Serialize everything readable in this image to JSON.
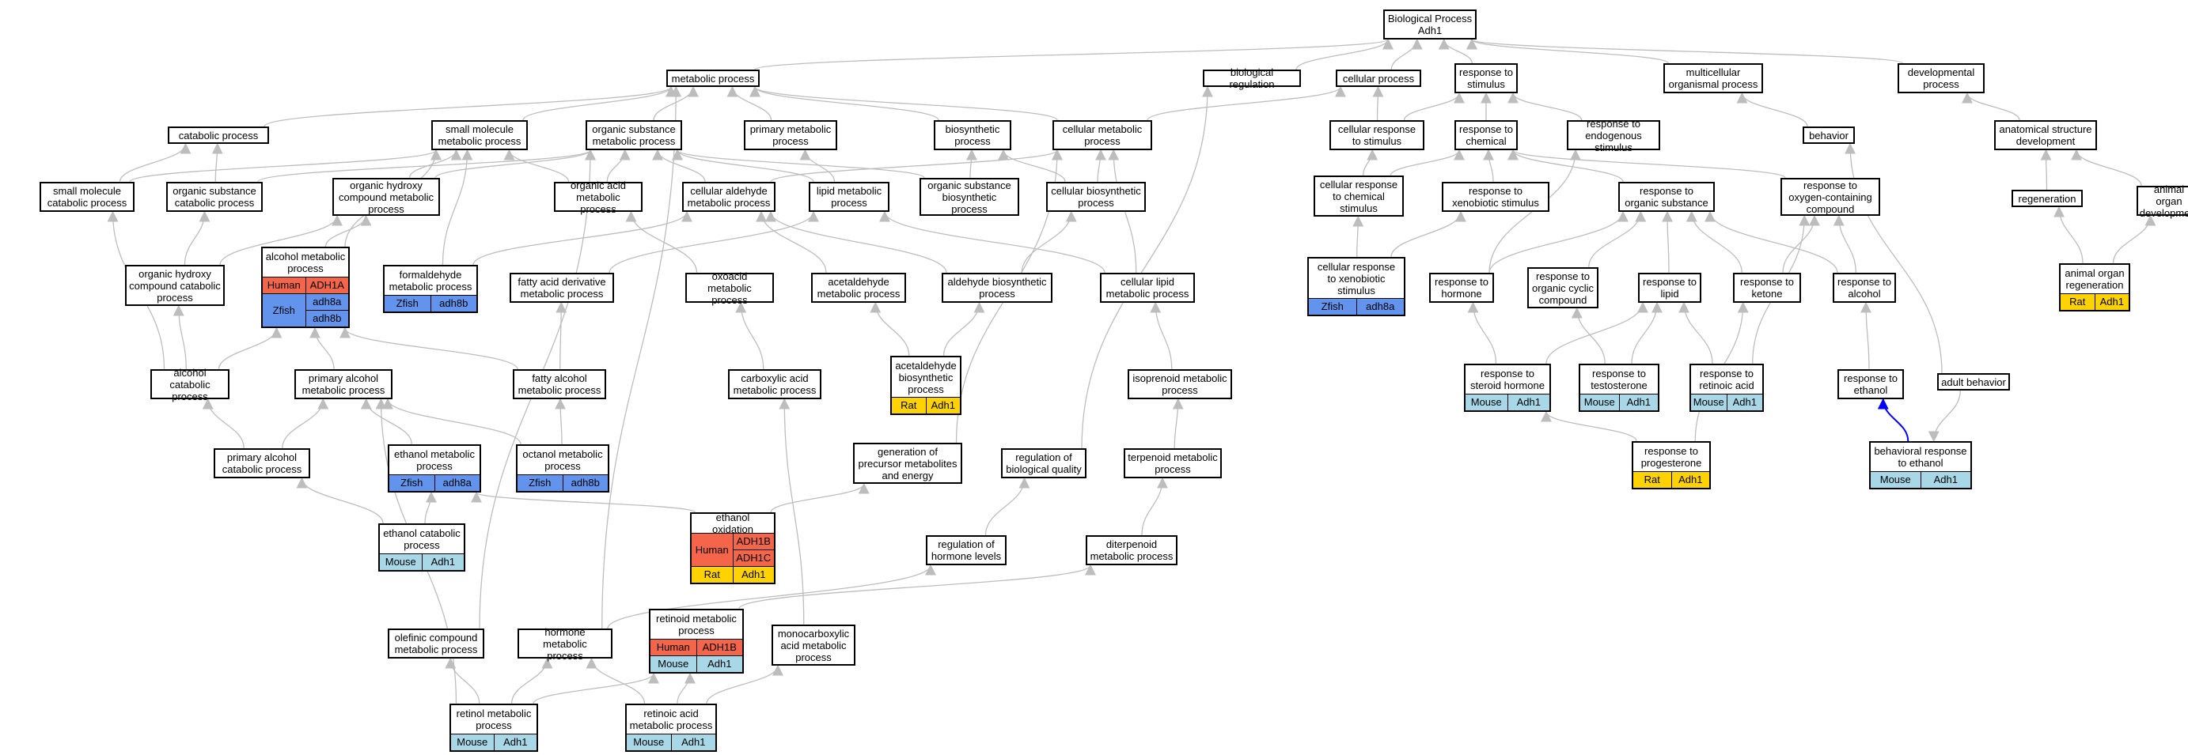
{
  "colors": {
    "Human": "#f56549",
    "Mouse": "#a8d8e8",
    "Rat": "#ffd200",
    "Zfish": "#6394ed",
    "edge": "#bdbdbd",
    "highlight_edge": "#0000ff"
  },
  "nodes": [
    {
      "id": "bp",
      "label": "Biological Process\nAdh1"
    },
    {
      "id": "mp",
      "label": "metabolic process"
    },
    {
      "id": "breg",
      "label": "biological regulation"
    },
    {
      "id": "cp",
      "label": "cellular process"
    },
    {
      "id": "rstim",
      "label": "response to\nstimulus"
    },
    {
      "id": "mop",
      "label": "multicellular\norganismal process"
    },
    {
      "id": "dev",
      "label": "developmental\nprocess"
    },
    {
      "id": "cat",
      "label": "catabolic process"
    },
    {
      "id": "smmp",
      "label": "small molecule\nmetabolic process"
    },
    {
      "id": "osmp",
      "label": "organic substance\nmetabolic process"
    },
    {
      "id": "pmp",
      "label": "primary metabolic\nprocess"
    },
    {
      "id": "bio",
      "label": "biosynthetic\nprocess"
    },
    {
      "id": "cmp",
      "label": "cellular metabolic\nprocess"
    },
    {
      "id": "crs",
      "label": "cellular response\nto stimulus"
    },
    {
      "id": "rchem",
      "label": "response to\nchemical"
    },
    {
      "id": "rendo",
      "label": "response to\nendogenous stimulus"
    },
    {
      "id": "behav",
      "label": "behavior"
    },
    {
      "id": "asd",
      "label": "anatomical structure\ndevelopment"
    },
    {
      "id": "smcat",
      "label": "small molecule\ncatabolic process"
    },
    {
      "id": "oscat",
      "label": "organic substance\ncatabolic process"
    },
    {
      "id": "ohc",
      "label": "organic hydroxy\ncompound metabolic\nprocess"
    },
    {
      "id": "oamp",
      "label": "organic acid\nmetabolic process"
    },
    {
      "id": "camp",
      "label": "cellular aldehyde\nmetabolic process"
    },
    {
      "id": "lmp",
      "label": "lipid metabolic\nprocess"
    },
    {
      "id": "osbio",
      "label": "organic substance\nbiosynthetic\nprocess"
    },
    {
      "id": "cbio",
      "label": "cellular biosynthetic\nprocess"
    },
    {
      "id": "crcs",
      "label": "cellular response\nto chemical\nstimulus"
    },
    {
      "id": "rxeno",
      "label": "response to\nxenobiotic stimulus"
    },
    {
      "id": "ros",
      "label": "response to\norganic substance"
    },
    {
      "id": "roxy",
      "label": "response to\noxygen-containing\ncompound"
    },
    {
      "id": "regen",
      "label": "regeneration"
    },
    {
      "id": "aod",
      "label": "animal organ\ndevelopment"
    },
    {
      "id": "ohccat",
      "label": "organic hydroxy\ncompound catabolic\nprocess"
    },
    {
      "id": "famp",
      "label": "fatty acid derivative\nmetabolic process"
    },
    {
      "id": "oxo",
      "label": "oxoacid metabolic\nprocess"
    },
    {
      "id": "acmp",
      "label": "acetaldehyde\nmetabolic process"
    },
    {
      "id": "abio",
      "label": "aldehyde biosynthetic\nprocess"
    },
    {
      "id": "clmp",
      "label": "cellular lipid\nmetabolic process"
    },
    {
      "id": "rhorm",
      "label": "response to\nhormone"
    },
    {
      "id": "rocc",
      "label": "response to\norganic cyclic\ncompound"
    },
    {
      "id": "rlip",
      "label": "response to\nlipid"
    },
    {
      "id": "rket",
      "label": "response to\nketone"
    },
    {
      "id": "ralc",
      "label": "response to\nalcohol"
    },
    {
      "id": "alcat",
      "label": "alcohol catabolic\nprocess"
    },
    {
      "id": "pamp",
      "label": "primary alcohol\nmetabolic process"
    },
    {
      "id": "fal",
      "label": "fatty alcohol\nmetabolic process"
    },
    {
      "id": "carb",
      "label": "carboxylic acid\nmetabolic process"
    },
    {
      "id": "iso",
      "label": "isoprenoid metabolic\nprocess"
    },
    {
      "id": "reth",
      "label": "response to\nethanol"
    },
    {
      "id": "adb",
      "label": "adult behavior"
    },
    {
      "id": "pacat",
      "label": "primary alcohol\ncatabolic process"
    },
    {
      "id": "gen",
      "label": "generation of\nprecursor metabolites\nand energy"
    },
    {
      "id": "rbq",
      "label": "regulation of\nbiological quality"
    },
    {
      "id": "terp",
      "label": "terpenoid metabolic\nprocess"
    },
    {
      "id": "rhl",
      "label": "regulation of\nhormone levels"
    },
    {
      "id": "diterp",
      "label": "diterpenoid\nmetabolic process"
    },
    {
      "id": "olef",
      "label": "olefinic compound\nmetabolic process"
    },
    {
      "id": "hmp",
      "label": "hormone metabolic\nprocess"
    },
    {
      "id": "mono",
      "label": "monocarboxylic\nacid metabolic\nprocess"
    }
  ],
  "annotated_nodes": [
    {
      "id": "amp",
      "label": "alcohol metabolic\nprocess",
      "rows": [
        {
          "species": "Human",
          "genes": [
            "ADH1A"
          ]
        },
        {
          "species": "Zfish",
          "genes": [
            "adh8a",
            "adh8b"
          ]
        }
      ]
    },
    {
      "id": "fmp",
      "label": "formaldehyde\nmetabolic process",
      "rows": [
        {
          "species": "Zfish",
          "genes": [
            "adh8b"
          ]
        }
      ]
    },
    {
      "id": "crxs",
      "label": "cellular response\nto xenobiotic\nstimulus",
      "rows": [
        {
          "species": "Zfish",
          "genes": [
            "adh8a"
          ]
        }
      ]
    },
    {
      "id": "aorg",
      "label": "animal organ\nregeneration",
      "rows": [
        {
          "species": "Rat",
          "genes": [
            "Adh1"
          ]
        }
      ]
    },
    {
      "id": "abp",
      "label": "acetaldehyde\nbiosynthetic\nprocess",
      "rows": [
        {
          "species": "Rat",
          "genes": [
            "Adh1"
          ]
        }
      ]
    },
    {
      "id": "rsh",
      "label": "response to\nsteroid hormone",
      "rows": [
        {
          "species": "Mouse",
          "genes": [
            "Adh1"
          ]
        }
      ]
    },
    {
      "id": "rtest",
      "label": "response to\ntestosterone",
      "rows": [
        {
          "species": "Mouse",
          "genes": [
            "Adh1"
          ]
        }
      ]
    },
    {
      "id": "rra",
      "label": "response to\nretinoic acid",
      "rows": [
        {
          "species": "Mouse",
          "genes": [
            "Adh1"
          ]
        }
      ]
    },
    {
      "id": "emp",
      "label": "ethanol metabolic\nprocess",
      "rows": [
        {
          "species": "Zfish",
          "genes": [
            "adh8a"
          ]
        }
      ]
    },
    {
      "id": "omp",
      "label": "octanol metabolic\nprocess",
      "rows": [
        {
          "species": "Zfish",
          "genes": [
            "adh8b"
          ]
        }
      ]
    },
    {
      "id": "rprog",
      "label": "response to\nprogesterone",
      "rows": [
        {
          "species": "Rat",
          "genes": [
            "Adh1"
          ]
        }
      ]
    },
    {
      "id": "bre",
      "label": "behavioral response\nto ethanol",
      "rows": [
        {
          "species": "Mouse",
          "genes": [
            "Adh1"
          ]
        }
      ]
    },
    {
      "id": "ecat",
      "label": "ethanol catabolic\nprocess",
      "rows": [
        {
          "species": "Mouse",
          "genes": [
            "Adh1"
          ]
        }
      ]
    },
    {
      "id": "eox",
      "label": "ethanol oxidation",
      "rows": [
        {
          "species": "Human",
          "genes": [
            "ADH1B",
            "ADH1C"
          ]
        },
        {
          "species": "Rat",
          "genes": [
            "Adh1"
          ]
        }
      ]
    },
    {
      "id": "rmp",
      "label": "retinoid metabolic\nprocess",
      "rows": [
        {
          "species": "Human",
          "genes": [
            "ADH1B"
          ]
        },
        {
          "species": "Mouse",
          "genes": [
            "Adh1"
          ]
        }
      ]
    },
    {
      "id": "retmp",
      "label": "retinol metabolic\nprocess",
      "rows": [
        {
          "species": "Mouse",
          "genes": [
            "Adh1"
          ]
        }
      ]
    },
    {
      "id": "ramp",
      "label": "retinoic acid\nmetabolic process",
      "rows": [
        {
          "species": "Mouse",
          "genes": [
            "Adh1"
          ]
        }
      ]
    }
  ],
  "edges": [
    [
      "mp",
      "bp"
    ],
    [
      "breg",
      "bp"
    ],
    [
      "cp",
      "bp"
    ],
    [
      "rstim",
      "bp"
    ],
    [
      "mop",
      "bp"
    ],
    [
      "dev",
      "bp"
    ],
    [
      "cat",
      "mp"
    ],
    [
      "smmp",
      "mp"
    ],
    [
      "osmp",
      "mp"
    ],
    [
      "pmp",
      "mp"
    ],
    [
      "bio",
      "mp"
    ],
    [
      "cmp",
      "mp"
    ],
    [
      "cmp",
      "cp"
    ],
    [
      "crs",
      "cp"
    ],
    [
      "crs",
      "rstim"
    ],
    [
      "rchem",
      "rstim"
    ],
    [
      "rendo",
      "rstim"
    ],
    [
      "behav",
      "mop"
    ],
    [
      "asd",
      "dev"
    ],
    [
      "smcat",
      "cat"
    ],
    [
      "smcat",
      "smmp"
    ],
    [
      "oscat",
      "cat"
    ],
    [
      "oscat",
      "osmp"
    ],
    [
      "ohc",
      "smmp"
    ],
    [
      "ohc",
      "osmp"
    ],
    [
      "oamp",
      "osmp"
    ],
    [
      "oamp",
      "smmp"
    ],
    [
      "camp",
      "osmp"
    ],
    [
      "camp",
      "cmp"
    ],
    [
      "lmp",
      "pmp"
    ],
    [
      "lmp",
      "osmp"
    ],
    [
      "osbio",
      "osmp"
    ],
    [
      "osbio",
      "bio"
    ],
    [
      "cbio",
      "bio"
    ],
    [
      "cbio",
      "cmp"
    ],
    [
      "crcs",
      "crs"
    ],
    [
      "crcs",
      "rchem"
    ],
    [
      "rxeno",
      "rchem"
    ],
    [
      "ros",
      "rchem"
    ],
    [
      "roxy",
      "rchem"
    ],
    [
      "regen",
      "asd"
    ],
    [
      "aod",
      "asd"
    ],
    [
      "aorg",
      "regen"
    ],
    [
      "aorg",
      "aod"
    ],
    [
      "ohccat",
      "ohc"
    ],
    [
      "ohccat",
      "oscat"
    ],
    [
      "amp",
      "ohc"
    ],
    [
      "amp",
      "smmp"
    ],
    [
      "fmp",
      "camp"
    ],
    [
      "fmp",
      "smmp"
    ],
    [
      "famp",
      "lmp"
    ],
    [
      "oxo",
      "oamp"
    ],
    [
      "acmp",
      "camp"
    ],
    [
      "abio",
      "camp"
    ],
    [
      "abio",
      "cbio"
    ],
    [
      "clmp",
      "lmp"
    ],
    [
      "clmp",
      "cmp"
    ],
    [
      "abp",
      "abio"
    ],
    [
      "abp",
      "acmp"
    ],
    [
      "crxs",
      "crcs"
    ],
    [
      "crxs",
      "rxeno"
    ],
    [
      "rhorm",
      "ros"
    ],
    [
      "rhorm",
      "rendo"
    ],
    [
      "rocc",
      "ros"
    ],
    [
      "rlip",
      "ros"
    ],
    [
      "rket",
      "ros"
    ],
    [
      "ralc",
      "ros"
    ],
    [
      "ralc",
      "roxy"
    ],
    [
      "rket",
      "roxy"
    ],
    [
      "alcat",
      "amp"
    ],
    [
      "alcat",
      "smcat"
    ],
    [
      "alcat",
      "ohccat"
    ],
    [
      "pamp",
      "amp"
    ],
    [
      "fal",
      "famp"
    ],
    [
      "fal",
      "amp"
    ],
    [
      "carb",
      "oxo"
    ],
    [
      "iso",
      "clmp"
    ],
    [
      "reth",
      "ralc"
    ],
    [
      "adb",
      "behav"
    ],
    [
      "rsh",
      "rhorm"
    ],
    [
      "rsh",
      "rlip"
    ],
    [
      "rtest",
      "rocc"
    ],
    [
      "rtest",
      "rlip"
    ],
    [
      "rra",
      "rlip"
    ],
    [
      "rra",
      "roxy"
    ],
    [
      "rprog",
      "rsh"
    ],
    [
      "rprog",
      "rket"
    ],
    [
      "pacat",
      "pamp"
    ],
    [
      "pacat",
      "alcat"
    ],
    [
      "emp",
      "pamp"
    ],
    [
      "omp",
      "pamp"
    ],
    [
      "omp",
      "fal"
    ],
    [
      "gen",
      "cmp"
    ],
    [
      "rbq",
      "breg"
    ],
    [
      "terp",
      "iso"
    ],
    [
      "ecat",
      "pacat"
    ],
    [
      "ecat",
      "emp"
    ],
    [
      "eox",
      "emp"
    ],
    [
      "eox",
      "gen"
    ],
    [
      "rhl",
      "rbq"
    ],
    [
      "diterp",
      "terp"
    ],
    [
      "olef",
      "osmp"
    ],
    [
      "hmp",
      "rhl"
    ],
    [
      "hmp",
      "mp"
    ],
    [
      "rmp",
      "diterp"
    ],
    [
      "mono",
      "carb"
    ],
    [
      "retmp",
      "olef"
    ],
    [
      "retmp",
      "hmp"
    ],
    [
      "retmp",
      "rmp"
    ],
    [
      "retmp",
      "pamp"
    ],
    [
      "ramp",
      "rmp"
    ],
    [
      "ramp",
      "mono"
    ],
    [
      "ramp",
      "hmp"
    ],
    [
      "adb",
      "bre"
    ]
  ],
  "highlight_edges": [
    [
      "bre",
      "reth"
    ]
  ]
}
